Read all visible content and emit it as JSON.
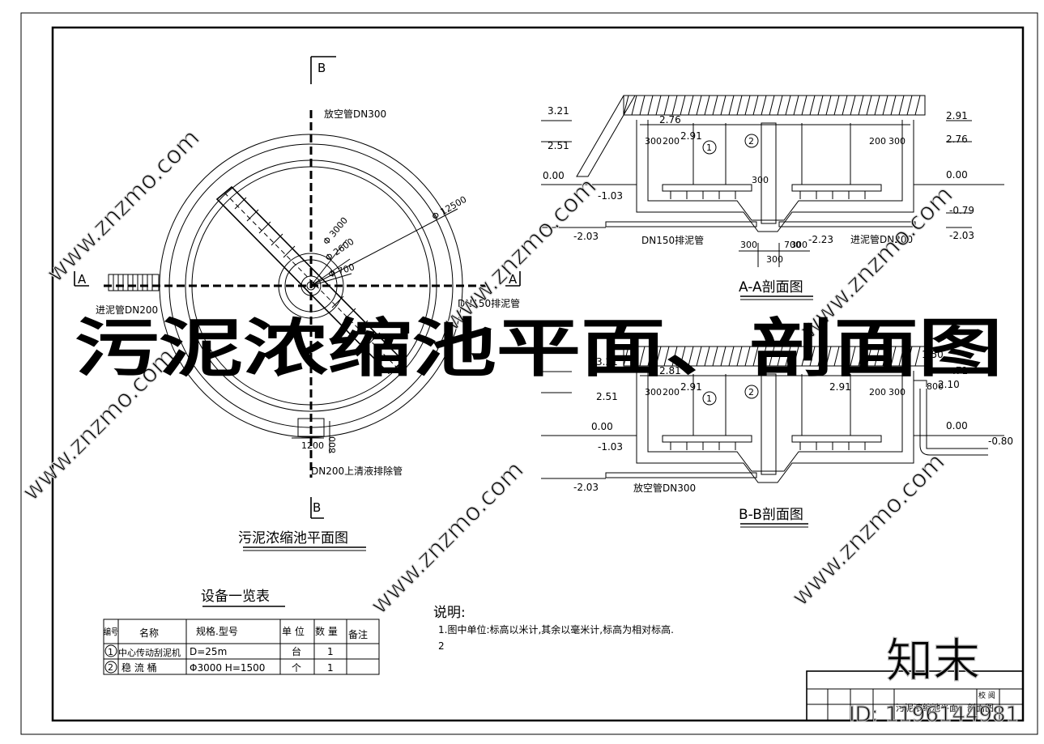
{
  "title_overlay": "污泥浓缩池平面、剖面图",
  "plan": {
    "title": "污泥浓缩池平面图",
    "section_b": "B",
    "section_a": "A",
    "vent_pipe": "放空管DN300",
    "inlet_pipe": "进泥管DN200",
    "discharge_pipe": "DN150排泥管",
    "supernatant_pipe": "DN200上清液排除管",
    "dia_outer": "Φ 12500",
    "dia_3000": "Φ 3000",
    "dia_2600": "Φ 2600",
    "dia_700": "Φ 700",
    "dim_1200": "1200",
    "dim_800": "800"
  },
  "section_aa": {
    "title": "A-A剖面图",
    "elev_321": "3.21",
    "elev_251": "2.51",
    "elev_000_left": "0.00",
    "elev_m103": "-1.03",
    "elev_m203_left": "-2.03",
    "elev_276": "2.76",
    "elev_291": "2.91",
    "elev_291_right": "2.91",
    "elev_276_right": "2.76",
    "elev_000_right": "0.00",
    "elev_m079": "-0.79",
    "elev_m203_right": "-2.03",
    "elev_m223": "-2.23",
    "dim_300a": "300",
    "dim_200a": "200",
    "dim_200b": "200",
    "dim_300b": "300",
    "dim_300c": "300",
    "dim_300d": "300",
    "dim_700": "700",
    "dim_300e": "300",
    "dim_300f": "300",
    "pipe_discharge": "DN150排泥管",
    "pipe_inlet": "进泥管DN200",
    "marker1": "1",
    "marker2": "2"
  },
  "section_bb": {
    "title": "B-B剖面图",
    "elev_321": "3.21",
    "elev_251": "2.51",
    "elev_000_left": "0.00",
    "elev_m103": "-1.03",
    "elev_m203": "-2.03",
    "elev_281": "2.81",
    "elev_291": "2.91",
    "elev_291_right": "2.91",
    "elev_310": "2.10",
    "elev_000_right": "0.00",
    "elev_m080": "-0.80",
    "elev_150": "1.50",
    "elev_71": ".71",
    "dim_300a": "300",
    "dim_200a": "200",
    "dim_200b": "200",
    "dim_300b": "300",
    "dim_800": "800",
    "pipe_vent": "放空管DN300",
    "marker1": "1",
    "marker2": "2"
  },
  "equipment_table": {
    "title": "设备一览表",
    "headers": [
      "编号",
      "名称",
      "规格.型号",
      "单 位",
      "数 量",
      "备注"
    ],
    "rows": [
      [
        "1",
        "中心传动刮泥机",
        "D=25m",
        "台",
        "1",
        ""
      ],
      [
        "2",
        "稳 流 桶",
        "Φ3000 H=1500",
        "个",
        "1",
        ""
      ]
    ]
  },
  "notes": {
    "heading": "说明:",
    "items": [
      "1.图中单位:标高以米计,其余以毫米计,标高为相对标高.",
      "2"
    ]
  },
  "title_block": {
    "drawing_name": "污泥浓缩池平面、剖面图",
    "check_label": "校 阅"
  },
  "watermark": {
    "brand": "知末",
    "id_text": "ID: 1196144981",
    "site": "www.znzmo.com"
  }
}
